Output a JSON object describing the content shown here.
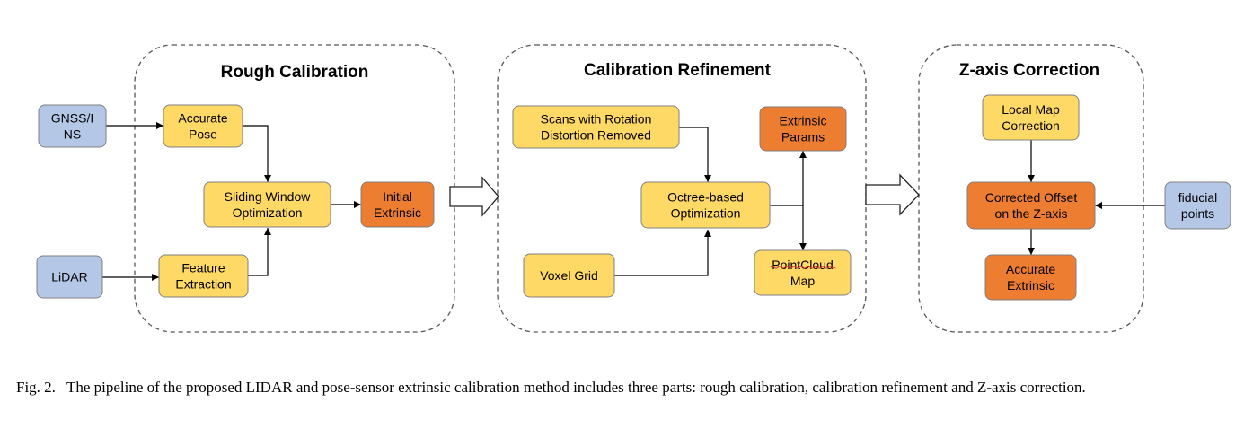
{
  "diagram": {
    "sections": {
      "rough": {
        "title": "Rough Calibration"
      },
      "refine": {
        "title": "Calibration Refinement"
      },
      "zaxis": {
        "title": "Z-axis Correction"
      }
    },
    "nodes": {
      "gnss": {
        "lines": [
          "GNSS/I",
          "NS"
        ],
        "fill": "#b4c7e7"
      },
      "lidar": {
        "lines": [
          "LiDAR"
        ],
        "fill": "#b4c7e7"
      },
      "accurate_pose": {
        "lines": [
          "Accurate",
          "Pose"
        ],
        "fill": "#ffd966"
      },
      "feature_extraction": {
        "lines": [
          "Feature",
          "Extraction"
        ],
        "fill": "#ffd966"
      },
      "sliding_window": {
        "lines": [
          "Sliding Window",
          "Optimization"
        ],
        "fill": "#ffd966"
      },
      "initial_extrinsic": {
        "lines": [
          "Initial",
          "Extrinsic"
        ],
        "fill": "#ed7d31"
      },
      "scans": {
        "lines": [
          "Scans with Rotation",
          "Distortion Removed"
        ],
        "fill": "#ffd966"
      },
      "voxel_grid": {
        "lines": [
          "Voxel Grid"
        ],
        "fill": "#ffd966"
      },
      "octree": {
        "lines": [
          "Octree-based",
          "Optimization"
        ],
        "fill": "#ffd966"
      },
      "extrinsic_params": {
        "lines": [
          "Extrinsic",
          "Params"
        ],
        "fill": "#ed7d31"
      },
      "pointcloud_map": {
        "lines": [
          "PointCloud",
          "Map"
        ],
        "fill": "#ffd966"
      },
      "local_map": {
        "lines": [
          "Local Map",
          "Correction"
        ],
        "fill": "#ffd966"
      },
      "corrected_offset": {
        "lines": [
          "Corrected Offset",
          "on the Z-axis"
        ],
        "fill": "#ed7d31"
      },
      "accurate_extrinsic": {
        "lines": [
          "Accurate",
          "Extrinsic"
        ],
        "fill": "#ed7d31"
      },
      "fiducial": {
        "lines": [
          "fiducial",
          "points"
        ],
        "fill": "#b4c7e7"
      }
    },
    "colors": {
      "blue": "#b4c7e7",
      "yellow": "#ffd966",
      "orange": "#ed7d31",
      "box_stroke": "#808080"
    }
  },
  "caption": {
    "label": "Fig. 2.",
    "text": "The pipeline of the proposed LIDAR and pose-sensor extrinsic calibration method includes three parts: rough calibration, calibration refinement and Z-axis correction."
  }
}
